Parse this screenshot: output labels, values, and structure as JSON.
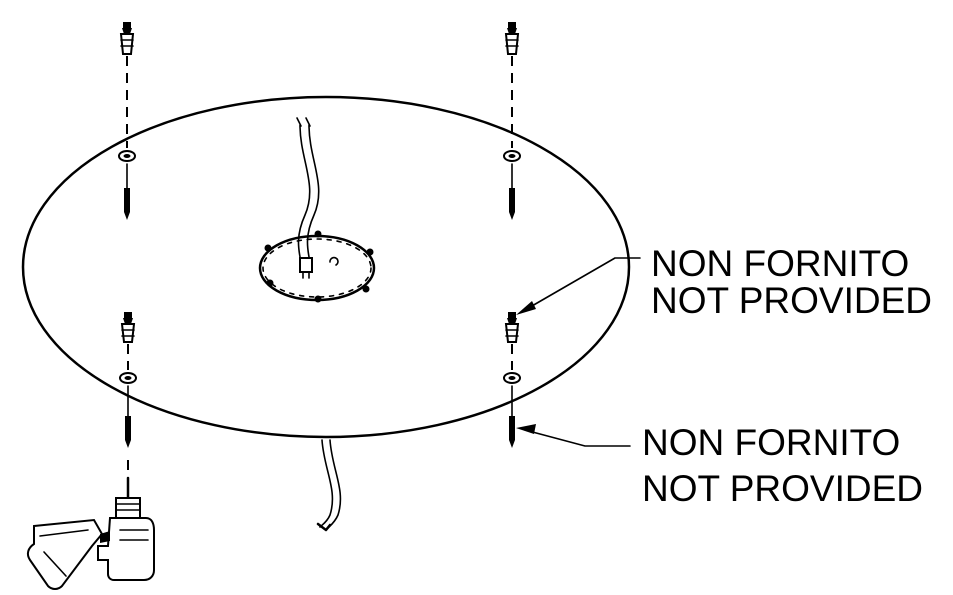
{
  "callouts": {
    "upper": {
      "line1": "NON FORNITO",
      "line2": "NOT PROVIDED"
    },
    "lower": {
      "line1": "NON FORNITO",
      "line2": "NOT PROVIDED"
    }
  },
  "colors": {
    "ink": "#000000",
    "paper": "#ffffff"
  }
}
